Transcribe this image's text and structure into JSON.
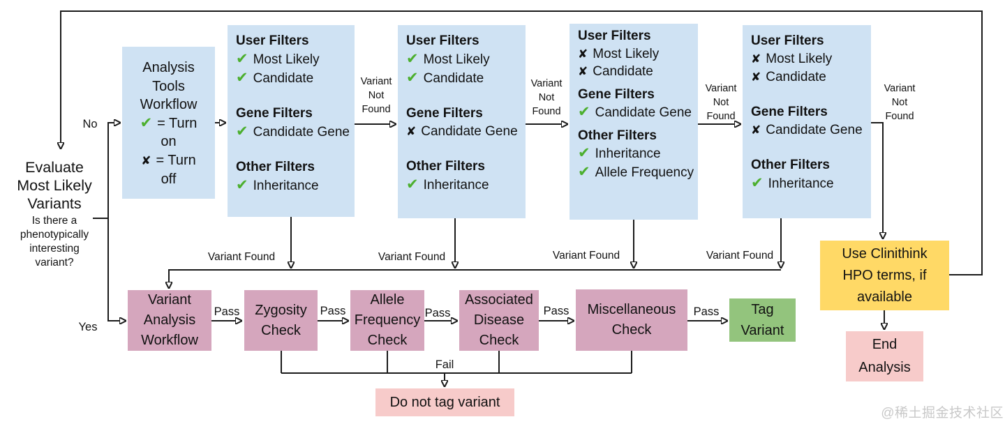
{
  "colors": {
    "filter_box_blue": "#cfe2f3",
    "check_box_pink": "#d5a6bd",
    "terminal_light_pink": "#f7cbca",
    "tag_green": "#93c47d",
    "hpo_yellow": "#ffd966",
    "check_mark_green": "#4caf2e",
    "line_black": "#1a1a1a"
  },
  "start": {
    "title": "Evaluate\nMost Likely\nVariants",
    "question": "Is there a\nphenotypically\ninteresting\nvariant?"
  },
  "branch": {
    "no": "No",
    "yes": "Yes"
  },
  "legend": {
    "title": "Analysis\nTools\nWorkflow",
    "rules": [
      {
        "glyph": "✔",
        "text": "= Turn"
      },
      {
        "text": "on"
      },
      {
        "glyph": "✘",
        "text": "= Turn"
      },
      {
        "text": "off"
      }
    ]
  },
  "filter_boxes": [
    {
      "sections": [
        {
          "title": "User Filters",
          "items": [
            {
              "glyph": "✔",
              "label": "Most Likely"
            },
            {
              "glyph": "✔",
              "label": "Candidate"
            }
          ]
        },
        {
          "title": "Gene Filters",
          "items": [
            {
              "glyph": "✔",
              "label": "Candidate Gene"
            }
          ]
        },
        {
          "title": "Other Filters",
          "items": [
            {
              "glyph": "✔",
              "label": "Inheritance"
            }
          ]
        }
      ]
    },
    {
      "sections": [
        {
          "title": "User Filters",
          "items": [
            {
              "glyph": "✔",
              "label": "Most Likely"
            },
            {
              "glyph": "✔",
              "label": "Candidate"
            }
          ]
        },
        {
          "title": "Gene Filters",
          "items": [
            {
              "glyph": "✘",
              "label": "Candidate Gene"
            }
          ]
        },
        {
          "title": "Other Filters",
          "items": [
            {
              "glyph": "✔",
              "label": "Inheritance"
            }
          ]
        }
      ]
    },
    {
      "sections": [
        {
          "title": "User Filters",
          "items": [
            {
              "glyph": "✘",
              "label": "Most Likely"
            },
            {
              "glyph": "✘",
              "label": "Candidate"
            }
          ]
        },
        {
          "title": "Gene Filters",
          "items": [
            {
              "glyph": "✔",
              "label": "Candidate Gene"
            }
          ]
        },
        {
          "title": "Other Filters",
          "items": [
            {
              "glyph": "✔",
              "label": "Inheritance"
            },
            {
              "glyph": "✔",
              "label": "Allele Frequency"
            }
          ]
        }
      ]
    },
    {
      "sections": [
        {
          "title": "User Filters",
          "items": [
            {
              "glyph": "✘",
              "label": "Most Likely"
            },
            {
              "glyph": "✘",
              "label": "Candidate"
            }
          ]
        },
        {
          "title": "Gene Filters",
          "items": [
            {
              "glyph": "✘",
              "label": "Candidate Gene"
            }
          ]
        },
        {
          "title": "Other Filters",
          "items": [
            {
              "glyph": "✔",
              "label": "Inheritance"
            }
          ]
        }
      ]
    }
  ],
  "labels": {
    "variant_not_found": "Variant\nNot\nFound",
    "variant_found": "Variant Found",
    "pass": "Pass",
    "fail": "Fail"
  },
  "workflow": {
    "variant_analysis": {
      "text": "Variant\nAnalysis\nWorkflow"
    },
    "zygosity": {
      "text": "Zygosity\nCheck"
    },
    "allele": {
      "text": "Allele\nFrequency\nCheck"
    },
    "disease": {
      "text": "Associated\nDisease\nCheck"
    },
    "misc": {
      "text": "Miscellaneous\nCheck"
    },
    "tag": {
      "text": "Tag\nVariant"
    },
    "do_not_tag": {
      "text": "Do not tag variant"
    },
    "clinithink": {
      "text": "Use Clinithink\nHPO terms, if\navailable"
    },
    "end": {
      "text": "End\nAnalysis"
    }
  },
  "watermark": "@稀土掘金技术社区"
}
